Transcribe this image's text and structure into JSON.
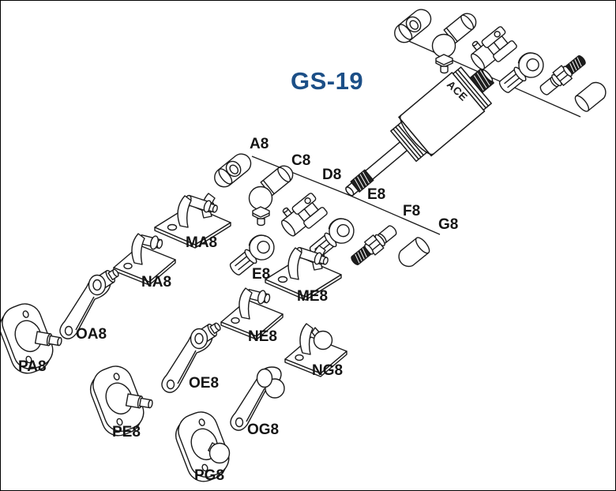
{
  "title": {
    "text": "GS-19",
    "color": "#1c4f87"
  },
  "gas_spring": {
    "brand": "ACE"
  },
  "colors": {
    "line": "#1a1a1a",
    "label": "#141414",
    "background": "#ffffff"
  },
  "part_labels": {
    "a8": "A8",
    "c8": "C8",
    "d8": "D8",
    "e8": "E8",
    "f8": "F8",
    "g8": "G8",
    "ma8": "MA8",
    "na8": "NA8",
    "oa8": "OA8",
    "pa8": "PA8",
    "e8_mid": "E8",
    "me8": "ME8",
    "ne8": "NE8",
    "ng8": "NG8",
    "oe8": "OE8",
    "pe8": "PE8",
    "og8": "OG8",
    "pg8": "PG8"
  },
  "parts": [
    {
      "label": "A8",
      "type": "eyelet"
    },
    {
      "label": "C8",
      "type": "angle-ball-joint"
    },
    {
      "label": "D8",
      "type": "clevis-fork"
    },
    {
      "label": "E8",
      "type": "rod-end-eye"
    },
    {
      "label": "F8",
      "type": "threaded-stud"
    },
    {
      "label": "G8",
      "type": "end-cap"
    },
    {
      "label": "MA8",
      "type": "clevis-mounting-bracket"
    },
    {
      "label": "NA8",
      "type": "pin-mounting-bracket"
    },
    {
      "label": "OA8",
      "type": "arm-bracket-with-stud"
    },
    {
      "label": "PA8",
      "type": "flange-plate-with-stud"
    },
    {
      "label": "ME8",
      "type": "clevis-mounting-bracket"
    },
    {
      "label": "NE8",
      "type": "pin-mounting-bracket"
    },
    {
      "label": "NG8",
      "type": "ball-stud-bracket"
    },
    {
      "label": "OE8",
      "type": "arm-bracket-with-stud"
    },
    {
      "label": "PE8",
      "type": "flange-plate-with-stud"
    },
    {
      "label": "OG8",
      "type": "arm-bracket-with-ball"
    },
    {
      "label": "PG8",
      "type": "flange-plate-with-ball"
    }
  ]
}
